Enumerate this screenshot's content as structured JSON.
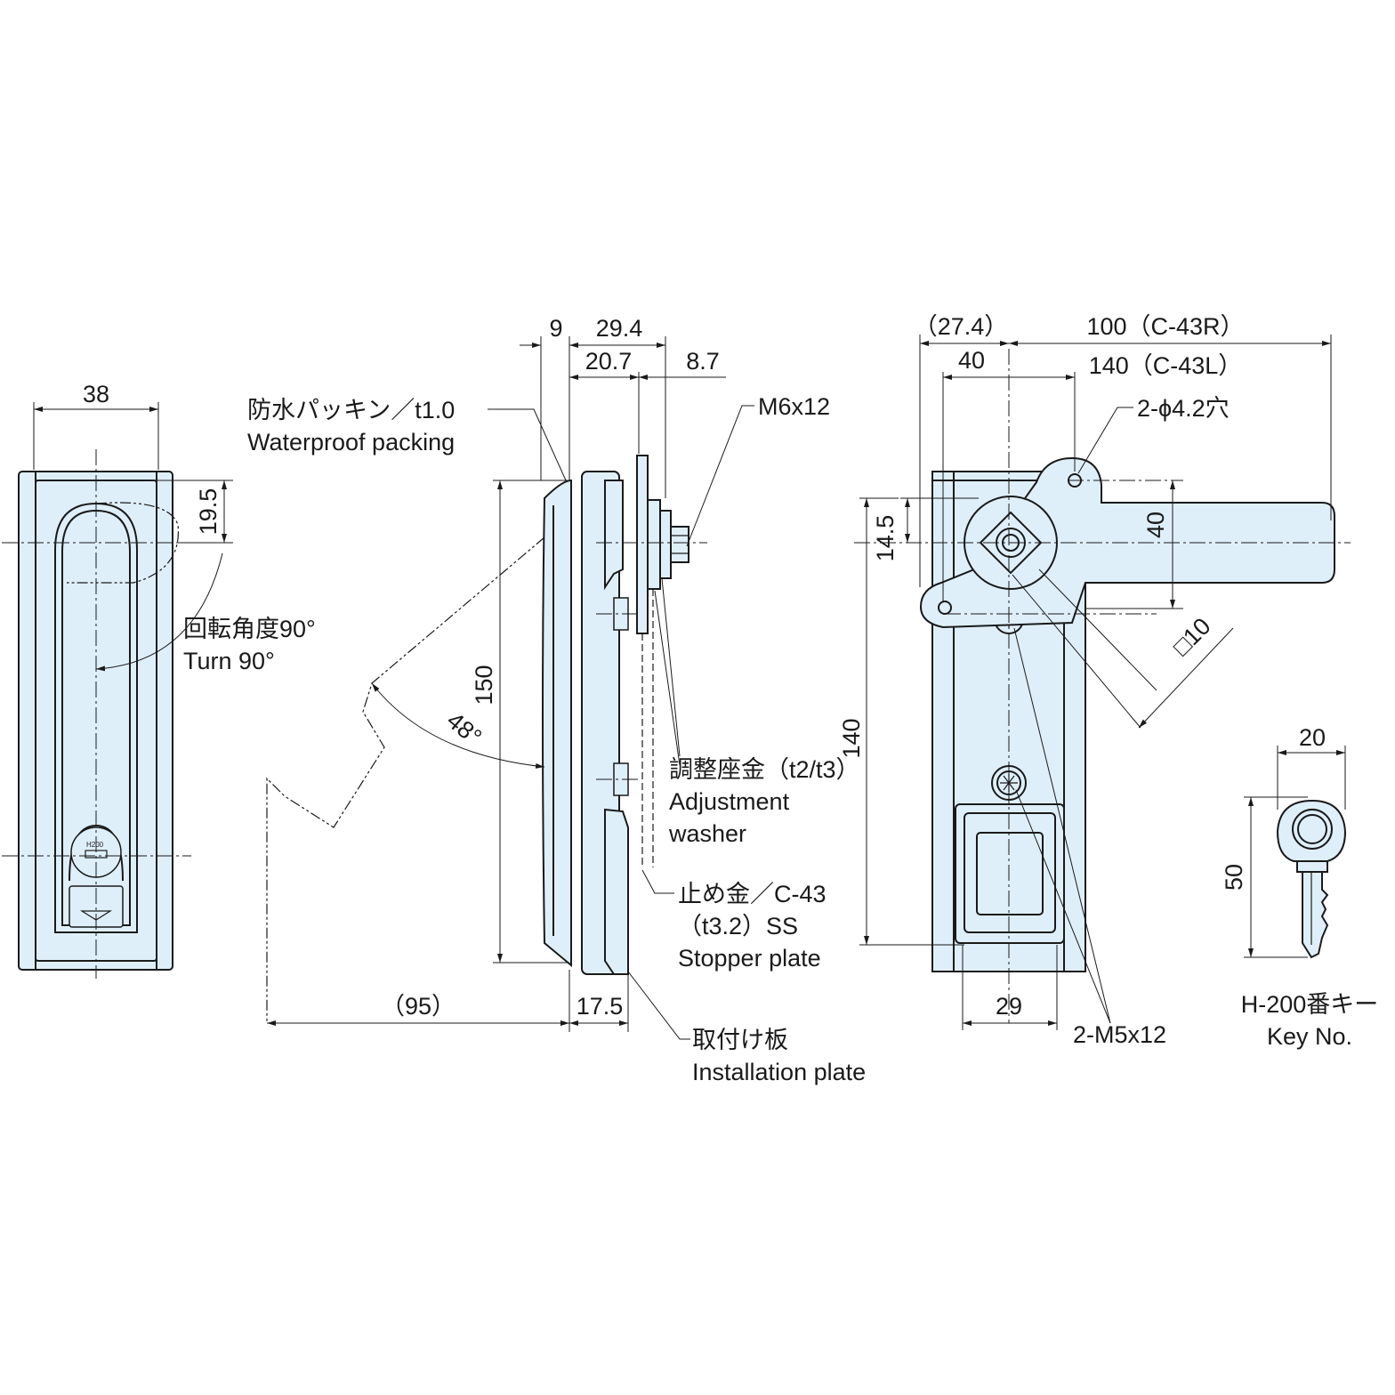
{
  "colors": {
    "part_fill": "#dfeffa",
    "line": "#1a1a1a",
    "background": "#ffffff"
  },
  "front_view": {
    "dim_width": "38",
    "dim_19_5": "19.5",
    "turn_jp": "回転角度90°",
    "turn_en": "Turn 90°",
    "key_cylinder_mark": "H200"
  },
  "side_view": {
    "dim_9": "9",
    "dim_29_4": "29.4",
    "dim_20_7": "20.7",
    "dim_8_7": "8.7",
    "dim_150": "150",
    "dim_48": "48°",
    "dim_95": "（95）",
    "dim_17_5": "17.5",
    "packing_jp": "防水パッキン／t1.0",
    "packing_en": "Waterproof packing",
    "bolt": "M6x12",
    "washer_jp": "調整座金（t2/t3）",
    "washer_en_1": "Adjustment",
    "washer_en_2": "washer",
    "stopper_jp": "止め金／C-43",
    "stopper_spec": "（t3.2）SS",
    "stopper_en": "Stopper plate",
    "install_jp": "取付け板",
    "install_en": "Installation plate"
  },
  "rear_view": {
    "dim_27_4": "（27.4）",
    "dim_40_top": "40",
    "dim_100": "100（C-43R）",
    "dim_140_l": "140（C-43L）",
    "holes": "2-ϕ4.2穴",
    "dim_14_5": "14.5",
    "dim_40_right": "40",
    "dim_140": "140",
    "dim_square": "□10",
    "dim_29": "29",
    "screws": "2-M5x12"
  },
  "key": {
    "dim_20": "20",
    "dim_50": "50",
    "name_jp": "H-200番キー",
    "name_en": "Key No."
  }
}
